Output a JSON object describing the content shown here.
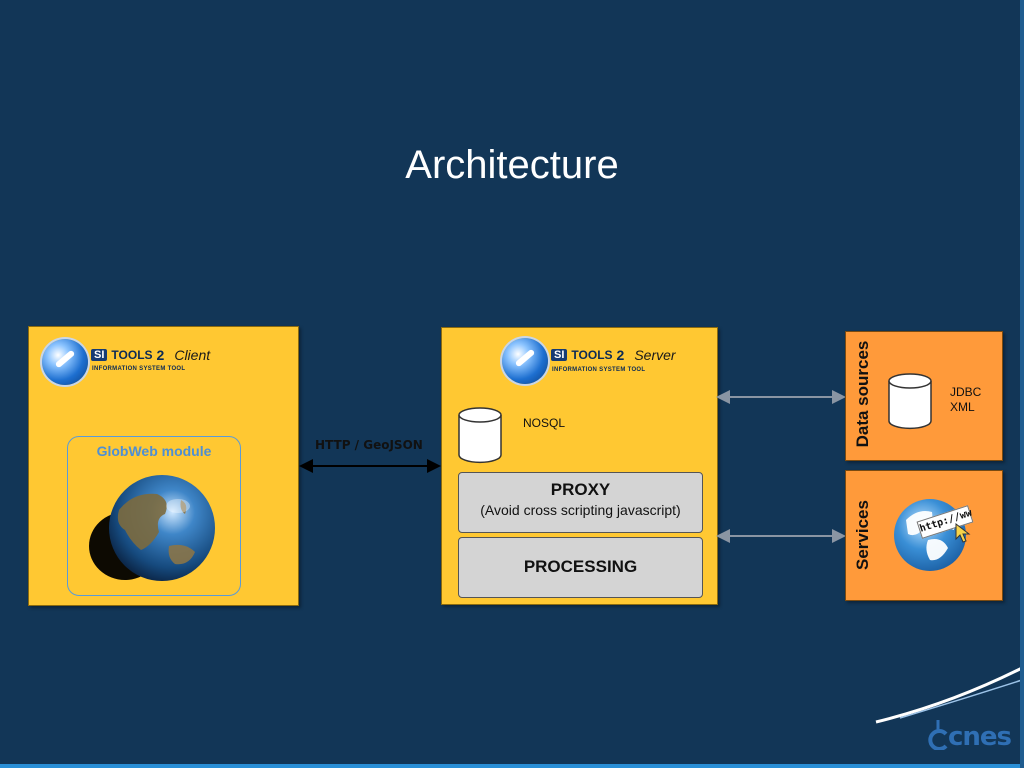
{
  "slide": {
    "title": "Architecture"
  },
  "client": {
    "brand_si": "SI",
    "brand_tools": "TOOLS",
    "brand_version": "2",
    "brand_role": "Client",
    "tagline": "INFORMATION SYSTEM TOOL",
    "module_label": "GlobWeb module"
  },
  "connection": {
    "label": "HTTP / GeoJSON"
  },
  "server": {
    "brand_si": "SI",
    "brand_tools": "TOOLS",
    "brand_version": "2",
    "brand_role": "Server",
    "tagline": "INFORMATION SYSTEM TOOL",
    "nosql_label": "NOSQL",
    "proxy_title": "PROXY",
    "proxy_subtitle": "(Avoid cross scripting javascript)",
    "processing_label": "PROCESSING"
  },
  "data_sources": {
    "label": "Data sources",
    "items": [
      "JDBC",
      "XML"
    ]
  },
  "services": {
    "label": "Services",
    "url_tag": "http://ww"
  },
  "footer": {
    "logo_text": "cnes"
  },
  "colors": {
    "background": "#123657",
    "client_server_box": "#ffc832",
    "source_service_box": "#ff9a3a",
    "inner_box": "#d4d4d4",
    "module_outline": "#5a9bd8"
  }
}
